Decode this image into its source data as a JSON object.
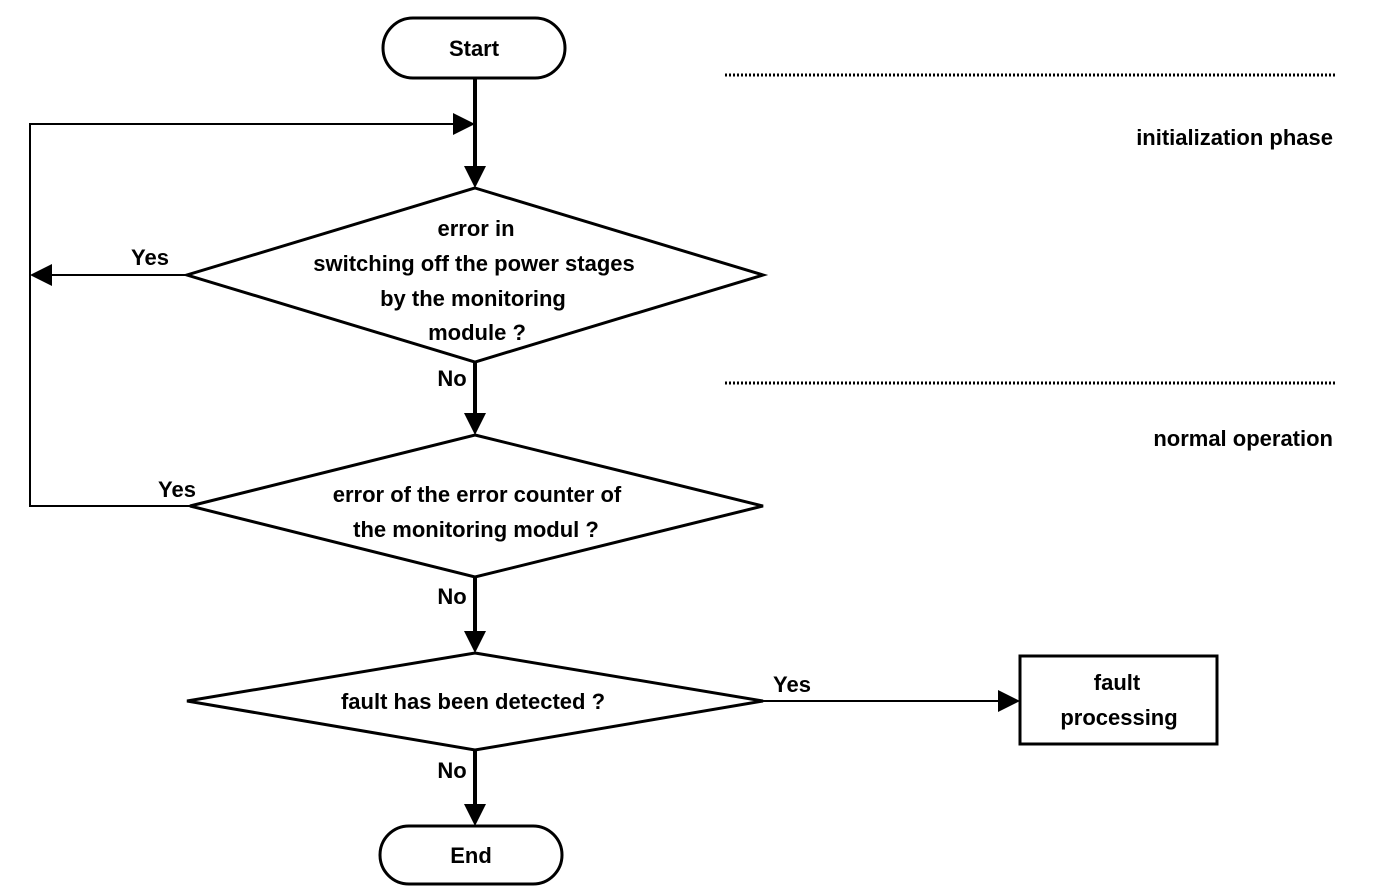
{
  "diagram": {
    "start": {
      "label": "Start"
    },
    "end": {
      "label": "End"
    },
    "phases": {
      "initialization": "initialization phase",
      "normal": "normal operation"
    },
    "decision_1": {
      "lines": [
        "error in",
        "switching off the power stages",
        "by the monitoring",
        "module ?"
      ],
      "yes_label": "Yes",
      "no_label": "No"
    },
    "decision_2": {
      "lines": [
        "error of the error counter of",
        "the monitoring modul ?"
      ],
      "yes_label": "Yes",
      "no_label": "No"
    },
    "decision_3": {
      "lines": [
        "fault has been detected ?"
      ],
      "yes_label": "Yes",
      "no_label": "No"
    },
    "process": {
      "lines": [
        "fault",
        "processing"
      ]
    }
  }
}
